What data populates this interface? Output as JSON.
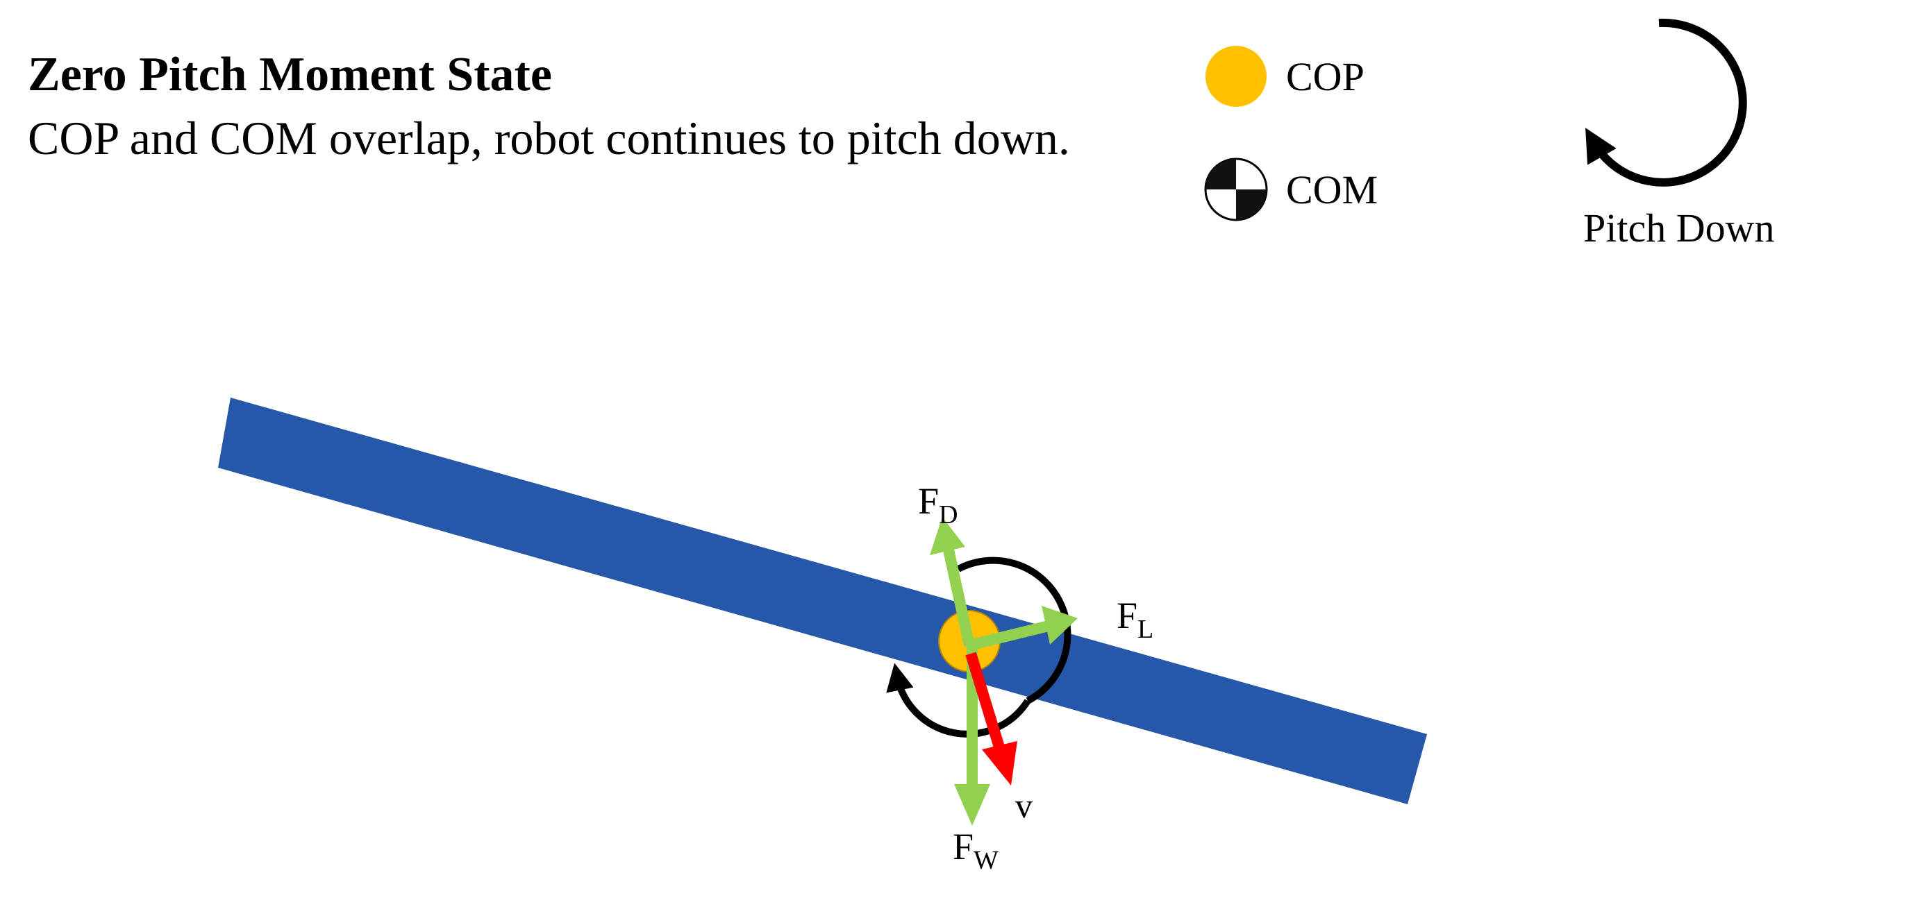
{
  "title": "Zero Pitch Moment State",
  "subtitle": "COP and COM overlap, robot continues to pitch down.",
  "legend": {
    "cop": {
      "label": "COP",
      "icon": "filled-circle",
      "color": "#FFC000"
    },
    "com": {
      "label": "COM",
      "icon": "center-of-mass-symbol",
      "color": "#000000"
    }
  },
  "pitch_indicator": {
    "label": "Pitch Down",
    "icon": "clockwise-arrow"
  },
  "body": {
    "color": "#2757A8"
  },
  "moment_arrow": {
    "icon": "counterclockwise-arrow"
  },
  "forces": {
    "drag": {
      "symbol": "F",
      "subscript": "D",
      "color": "#92D050"
    },
    "lift": {
      "symbol": "F",
      "subscript": "L",
      "color": "#92D050"
    },
    "weight": {
      "symbol": "F",
      "subscript": "W",
      "color": "#92D050"
    },
    "velocity": {
      "symbol": "v",
      "color": "#FF0000"
    }
  }
}
